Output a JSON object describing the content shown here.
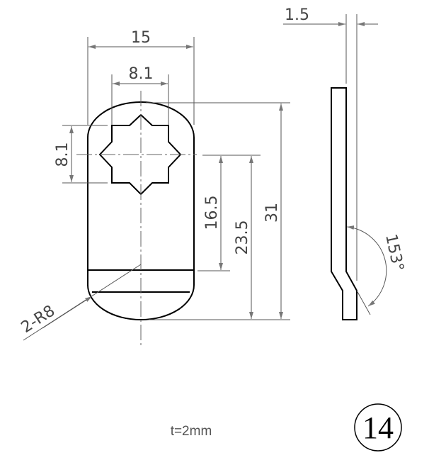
{
  "dimensions": {
    "width_overall": "15",
    "hole_width": "8.1",
    "hole_height": "8.1",
    "center_to_line": "16.5",
    "center_to_end": "23.5",
    "length_overall": "31",
    "radius": "2-R8",
    "thickness_side": "1.5",
    "bend_angle": "153°"
  },
  "note": "t=2mm",
  "part_number": "14"
}
